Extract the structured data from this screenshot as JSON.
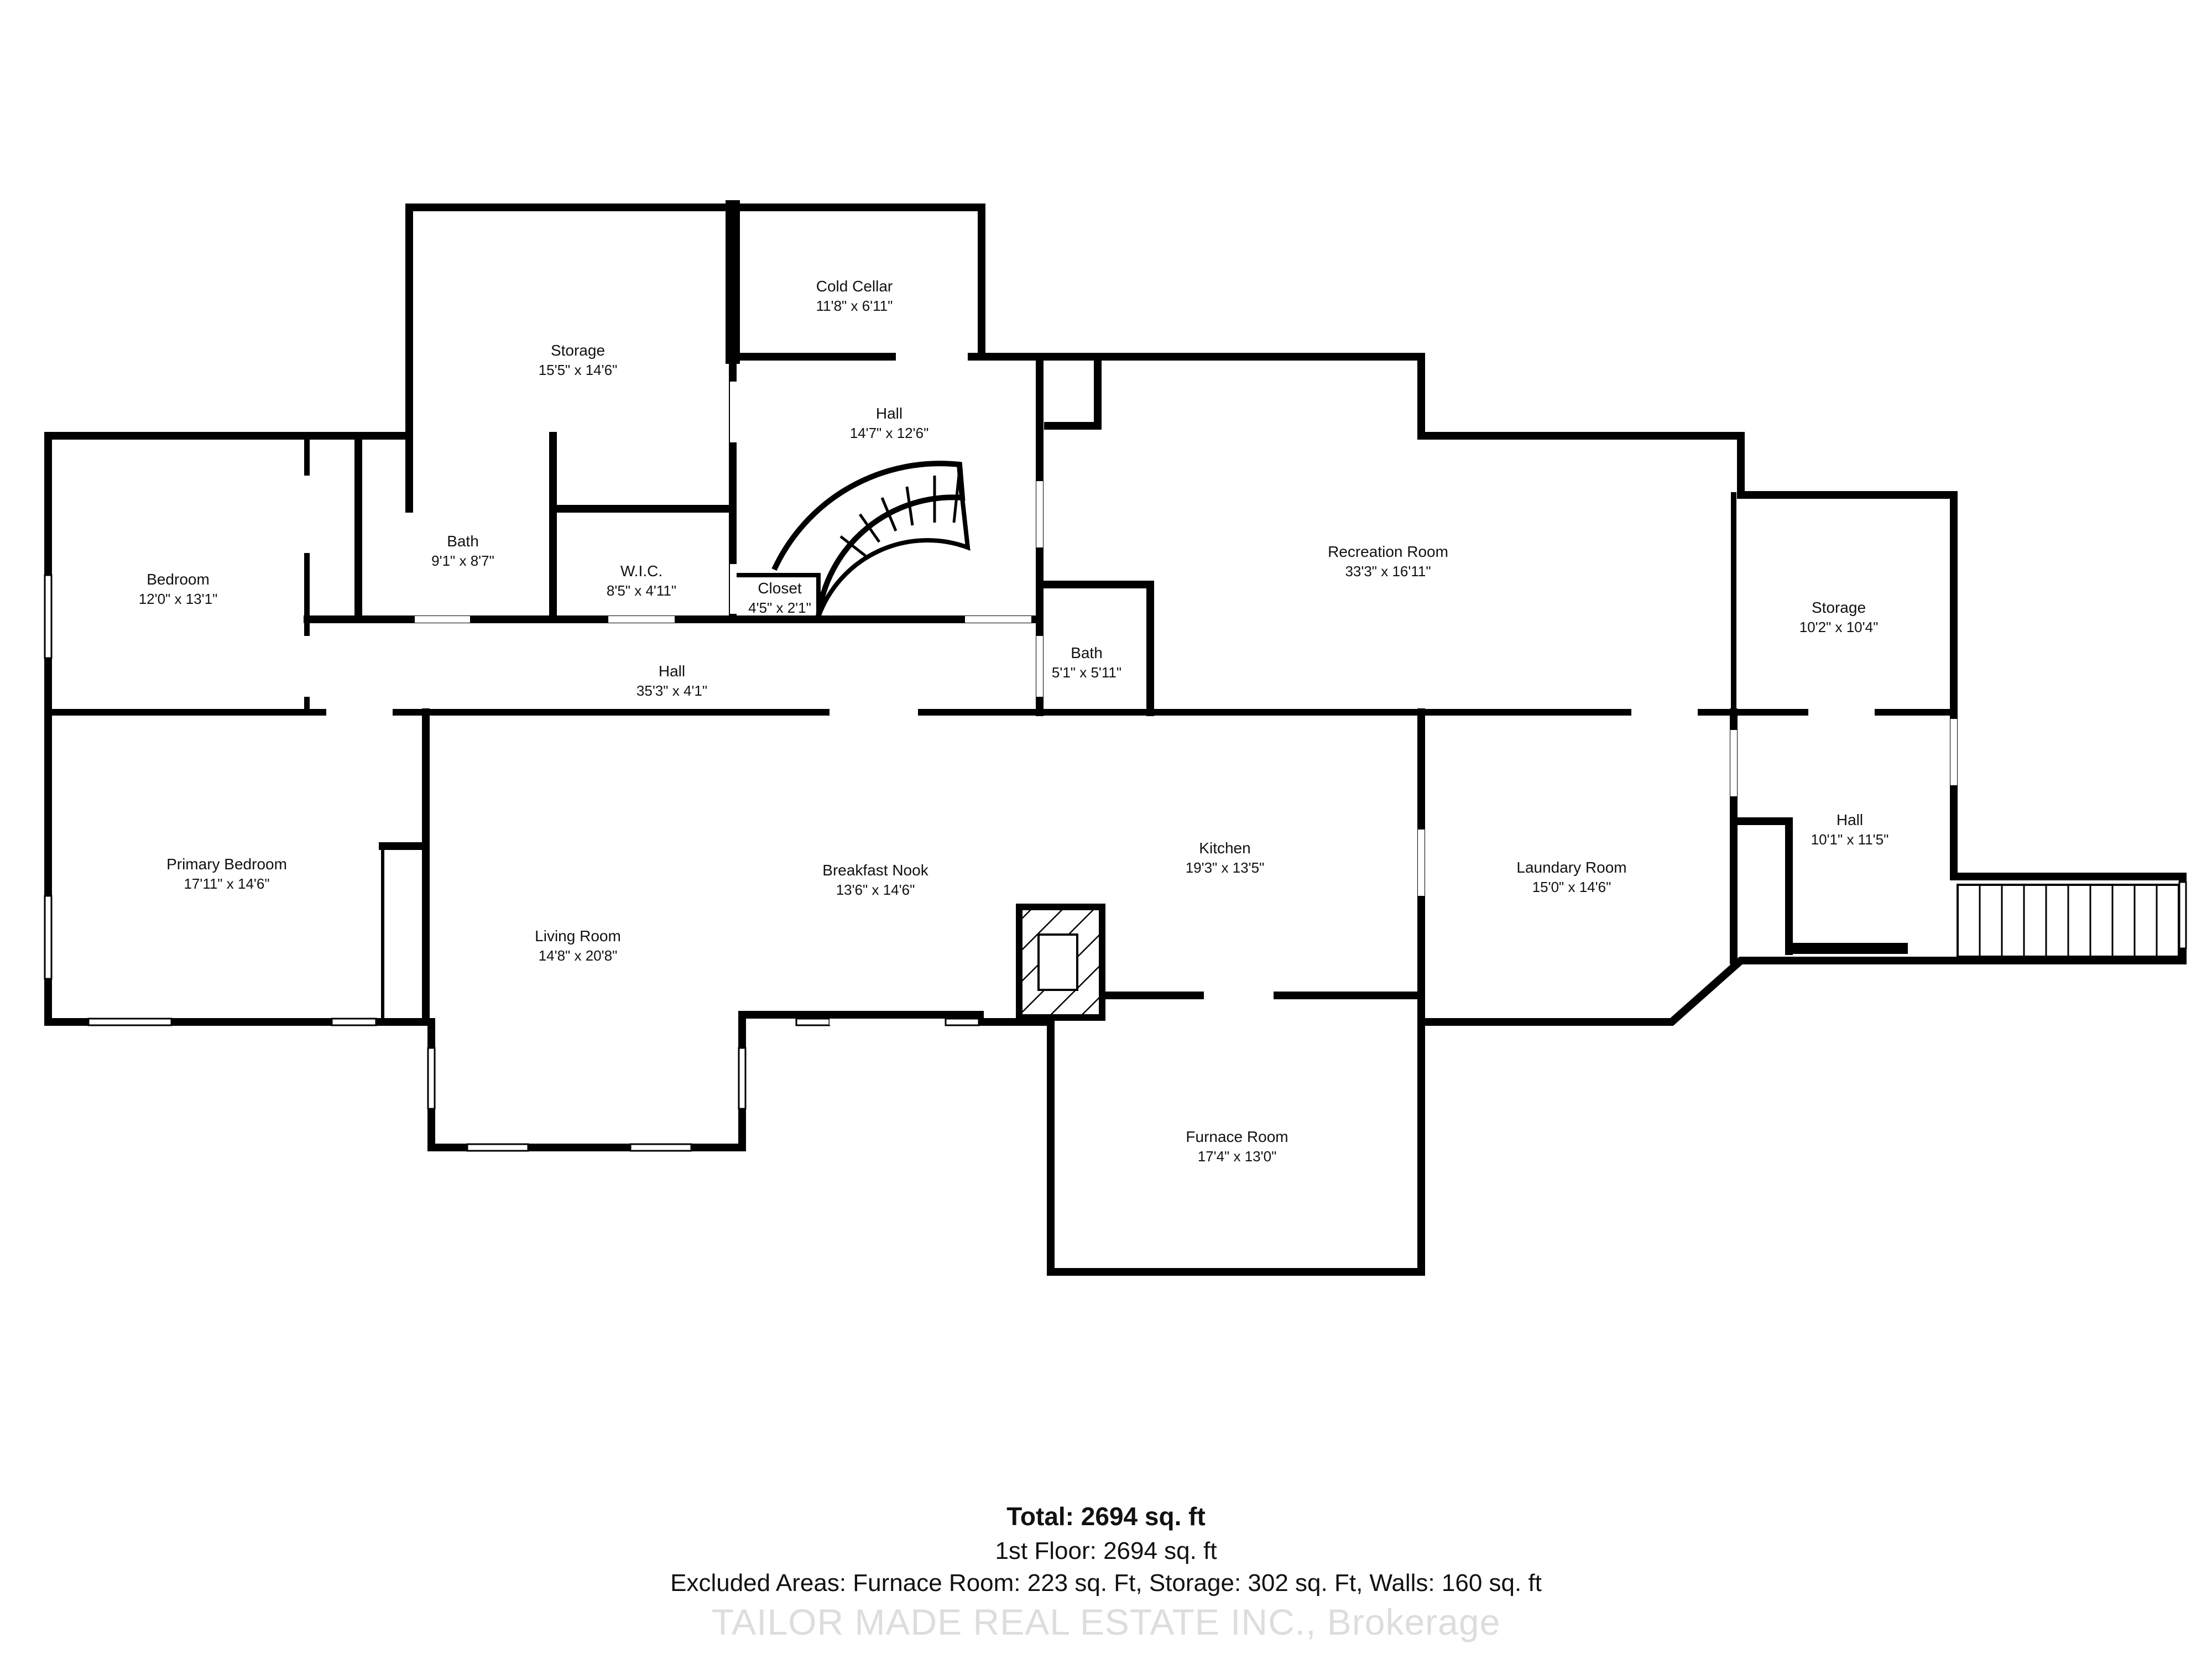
{
  "rooms": {
    "cold_cellar": {
      "name": "Cold Cellar",
      "dims": "11'8\" x 6'11\""
    },
    "storage_top": {
      "name": "Storage",
      "dims": "15'5\" x 14'6\""
    },
    "hall_stairs": {
      "name": "Hall",
      "dims": "14'7\" x 12'6\""
    },
    "bath_upper": {
      "name": "Bath",
      "dims": "9'1\" x 8'7\""
    },
    "wic": {
      "name": "W.I.C.",
      "dims": "8'5\" x 4'11\""
    },
    "closet": {
      "name": "Closet",
      "dims": "4'5\" x 2'1\""
    },
    "bedroom": {
      "name": "Bedroom",
      "dims": "12'0\" x 13'1\""
    },
    "recreation": {
      "name": "Recreation Room",
      "dims": "33'3\" x 16'11\""
    },
    "storage_right": {
      "name": "Storage",
      "dims": "10'2\" x 10'4\""
    },
    "bath_small": {
      "name": "Bath",
      "dims": "5'1\" x 5'11\""
    },
    "hall_long": {
      "name": "Hall",
      "dims": "35'3\" x 4'1\""
    },
    "primary_bedroom": {
      "name": "Primary Bedroom",
      "dims": "17'11\" x 14'6\""
    },
    "breakfast_nook": {
      "name": "Breakfast Nook",
      "dims": "13'6\" x 14'6\""
    },
    "kitchen": {
      "name": "Kitchen",
      "dims": "19'3\" x 13'5\""
    },
    "laundry": {
      "name": "Laundary Room",
      "dims": "15'0\" x 14'6\""
    },
    "hall_right": {
      "name": "Hall",
      "dims": "10'1\" x 11'5\""
    },
    "living_room": {
      "name": "Living Room",
      "dims": "14'8\" x 20'8\""
    },
    "furnace_room": {
      "name": "Furnace Room",
      "dims": "17'4\" x 13'0\""
    }
  },
  "summary": {
    "total": "Total: 2694 sq. ft",
    "floor": "1st Floor: 2694 sq. ft",
    "excluded": "Excluded Areas: Furnace Room: 223 sq. Ft, Storage: 302 sq. Ft, Walls: 160 sq. ft"
  },
  "watermark": "TAILOR MADE REAL ESTATE INC., Brokerage",
  "colors": {
    "wall": "#000000",
    "background": "#ffffff",
    "window": "#ffffff"
  }
}
